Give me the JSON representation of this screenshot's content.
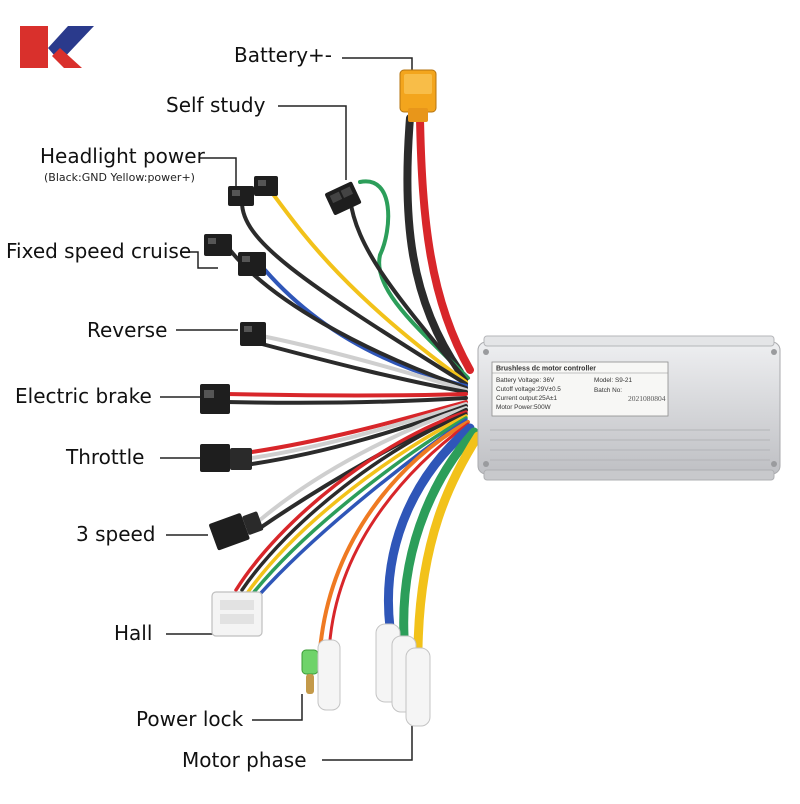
{
  "brand": {
    "logo_letter": "K",
    "colors": {
      "red": "#d9302c",
      "blue": "#2a3a8c"
    }
  },
  "labels": {
    "battery": "Battery+-",
    "self_study": "Self study",
    "headlight": "Headlight power",
    "headlight_note": "(Black:GND Yellow:power+)",
    "cruise": "Fixed speed cruise",
    "reverse": "Reverse",
    "brake": "Electric brake",
    "throttle": "Throttle",
    "speed3": "3 speed",
    "hall": "Hall",
    "power_lock": "Power lock",
    "motor_phase": "Motor phase"
  },
  "nameplate": {
    "title": "Brushless dc motor controller",
    "battery_voltage": "Battery Voltage: 36V",
    "cutoff_voltage": "Cutoff voltage:29V±0.5",
    "current_output": "Current output:25A±1",
    "motor_power": "Motor Power:500W",
    "model": "Model:  S9-21",
    "batch_label": "Batch No:",
    "batch_number": "2021080804"
  },
  "colors": {
    "housing": "#d9dadc",
    "connector_orange": "#f3a51d",
    "wire_red": "#d8262a",
    "wire_black": "#2b2b2b",
    "wire_yellow": "#f2c21a",
    "wire_green": "#2c9e5a",
    "wire_blue": "#2f56b8",
    "wire_orange": "#ef7a22",
    "wire_white": "#e6e6e6"
  }
}
